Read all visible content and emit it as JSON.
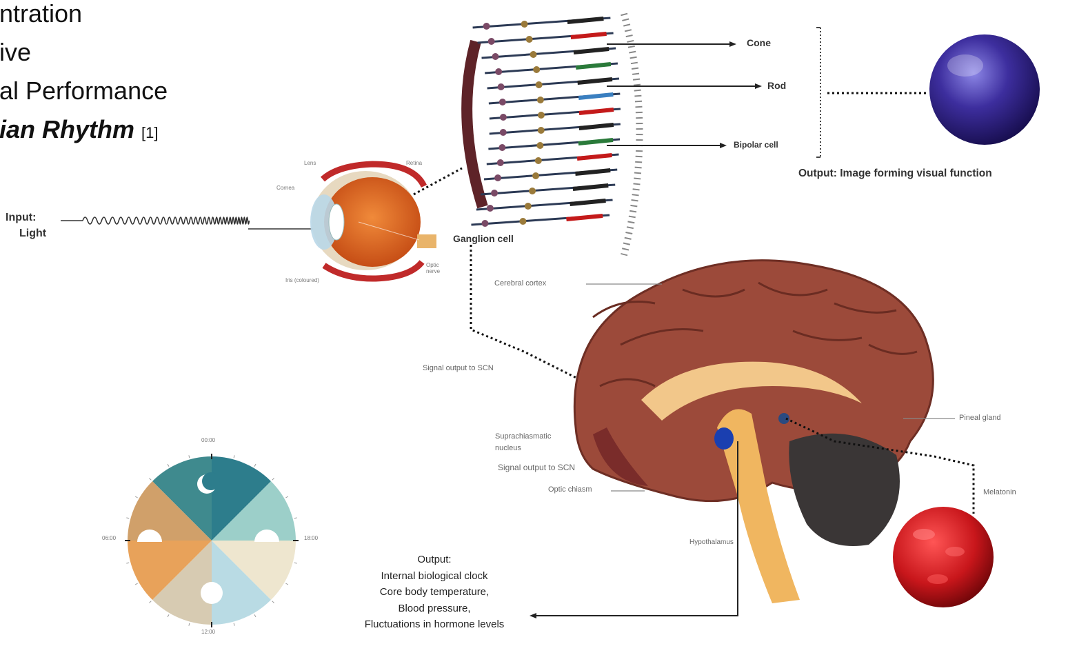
{
  "slide_lines": [
    {
      "text": "ntration"
    },
    {
      "text": "ive"
    },
    {
      "text": "al Performance"
    },
    {
      "text": "ian Rhythm",
      "ref": "[1]"
    }
  ],
  "input": {
    "line1": "Input:",
    "line2": "Light"
  },
  "eye_labels": {
    "lens": "Lens",
    "retina": "Retina",
    "cornea": "Cornea",
    "iris": "Iris (coloured)",
    "optic_nerve": "Optic nerve"
  },
  "retina_labels": {
    "cone": "Cone",
    "rod": "Rod",
    "bipolar": "Bipolar cell",
    "ganglion": "Ganglion cell"
  },
  "output_visual": "Output: Image forming visual function",
  "brain_labels": {
    "cerebral_cortex": "Cerebral cortex",
    "signal_output_1": "Signal output to SCN",
    "pineal": "Pineal gland",
    "scn_line1": "Suprachiasmatic",
    "scn_line2": "nucleus",
    "signal_output_2": "Signal output to SCN",
    "optic_chiasm": "Optic chiasm",
    "hypothalamus": "Hypothalamus",
    "melatonin": "Melatonin"
  },
  "output_bio": {
    "title": "Output:",
    "items": [
      "Internal biological clock",
      "Core body temperature,",
      "Blood pressure,",
      "Fluctuations in hormone levels"
    ]
  },
  "clock_labels": [
    "00:00",
    "12:00",
    "06:00",
    "18:00"
  ],
  "colors": {
    "eye_orange": "#e2631e",
    "brain_brown": "#9c4a3a",
    "cerebellum": "#3a3636",
    "sphere_purple": "#3d2e9e",
    "blood_red": "#c8161b",
    "clock_teal": "#2d7d8c",
    "clock_orange": "#e8a25a"
  }
}
